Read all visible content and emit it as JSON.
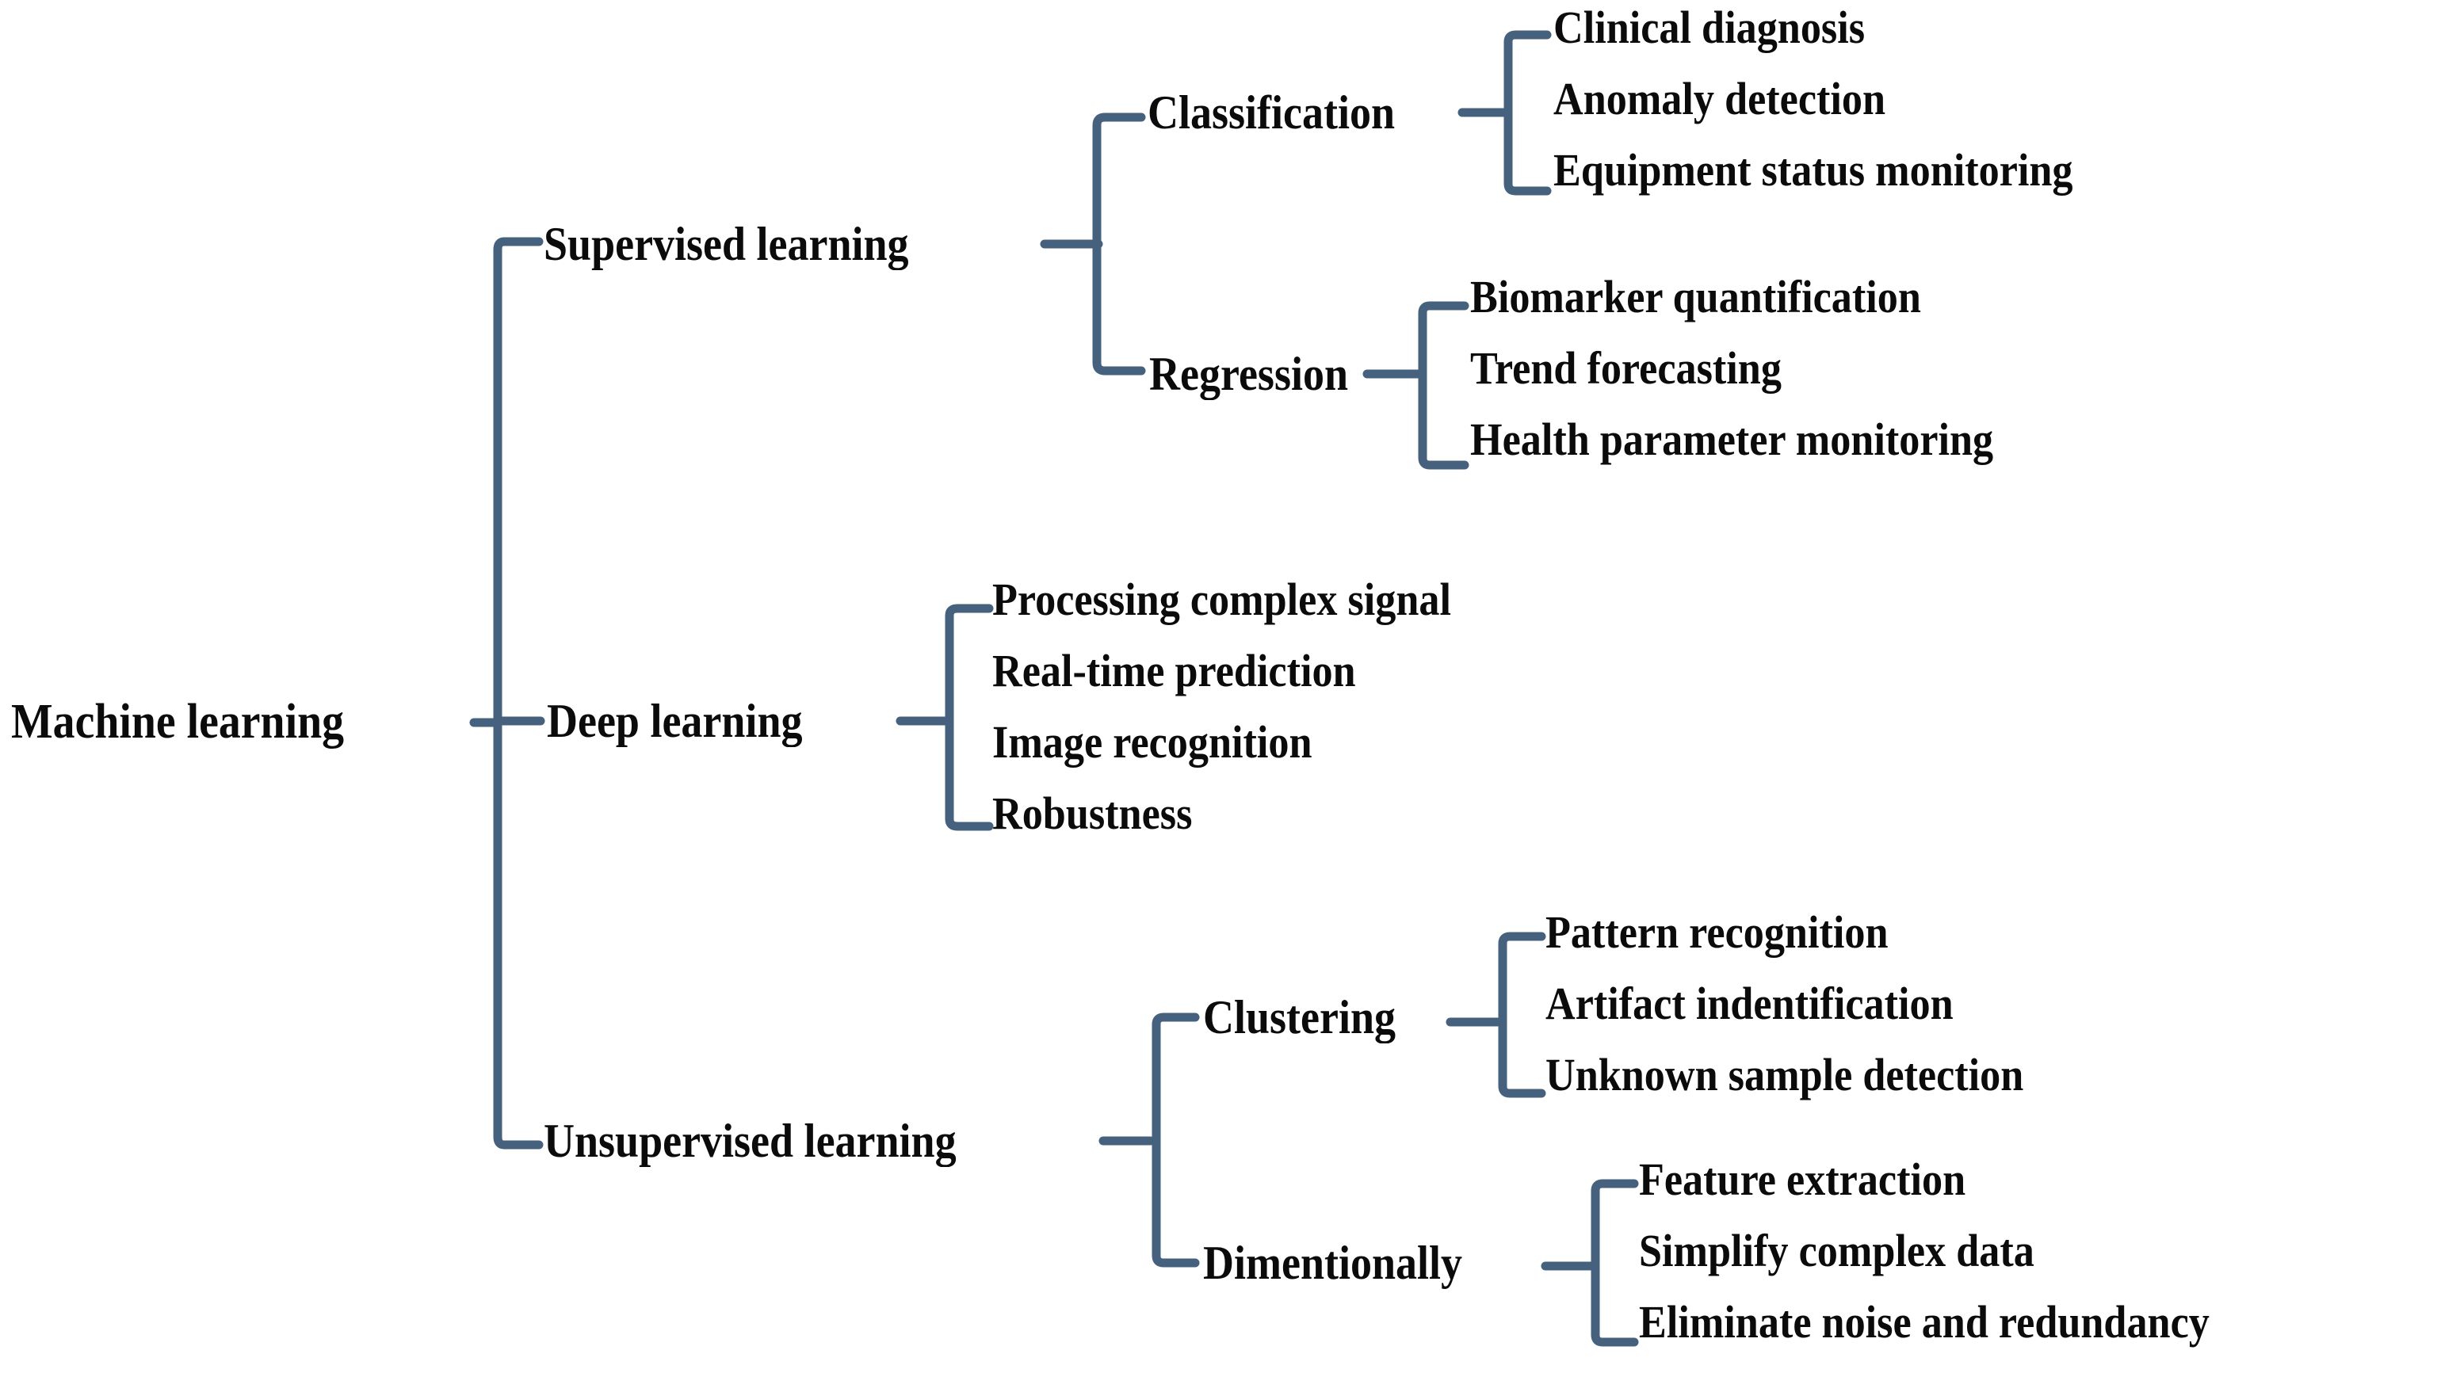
{
  "diagram": {
    "title": "Machine learning",
    "line_color": "#46617d",
    "text_color": "#0b0b0b",
    "background_color": "#ffffff",
    "root": {
      "label": "Machine learning"
    },
    "branches": [
      {
        "label": "Supervised learning",
        "children": [
          {
            "label": "Classification",
            "leaves": [
              "Clinical diagnosis",
              "Anomaly detection",
              "Equipment status monitoring"
            ]
          },
          {
            "label": "Regression",
            "leaves": [
              "Biomarker quantification",
              "Trend forecasting",
              "Health parameter monitoring"
            ]
          }
        ]
      },
      {
        "label": "Deep learning",
        "leaves": [
          "Processing complex signal",
          "Real-time prediction",
          "Image recognition",
          "Robustness"
        ]
      },
      {
        "label": "Unsupervised learning",
        "children": [
          {
            "label": "Clustering",
            "leaves": [
              "Pattern recognition",
              "Artifact indentification",
              "Unknown sample detection"
            ]
          },
          {
            "label": "Dimentionally",
            "leaves": [
              "Feature extraction",
              "Simplify complex data",
              "Eliminate noise and redundancy"
            ]
          }
        ]
      }
    ]
  }
}
